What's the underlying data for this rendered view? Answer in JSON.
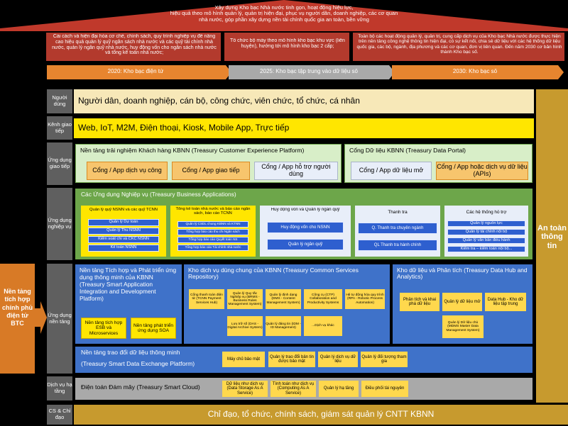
{
  "vision": {
    "title_lines": [
      "Xây dựng Kho bạc Nhà nước tinh gọn, hoạt động hiệu lực,",
      "hiệu quả theo mô hình quản lý, quản trị hiện đại, phục vụ người dân, doanh nghiệp, các cơ quan",
      "nhà nước, góp phần xây dựng nền tài chính quốc gia an toàn, bền vững"
    ],
    "goals": [
      "Cải cách và hiện đại hóa cơ chế, chính sách, quy trình nghiệp vụ để nâng cao hiệu quả quản lý quỹ ngân sách nhà nước và các quỹ tài chính nhà nước, quản lý ngân quỹ nhà nước, huy động vốn cho ngân sách nhà nước và tổng kế toán nhà nước;",
      "Tổ chức bộ máy theo mô hình kho bạc khu vực (liên huyện), hướng tới mô hình kho bạc 2 cấp;",
      "Toàn bộ các hoạt động quản lý, quản trị, cung cấp dịch vụ của Kho bạc Nhà nước được thực hiện trên nền tảng công nghệ thông tin hiện đại, có sự kết nối, chia sẻ dữ liệu với các hệ thống dữ liệu quốc gia, các bộ, ngành, địa phương và các cơ quan, đơn vị liên quan. Đến năm 2030 cơ bản hình thành Kho bạc số."
    ],
    "roadmap": [
      "2020: Kho bạc điện tử",
      "2025: Kho bạc tập trung vào dữ liệu số",
      "2030: Kho bạc số"
    ]
  },
  "rows": {
    "users": {
      "label": "Người dùng",
      "content": "Người dân, doanh nghiệp, cán bộ, công chức, viên chức, tổ chức, cá nhân"
    },
    "channels": {
      "label": "Kênh giao tiếp",
      "content": "Web, IoT, M2M, Điện thoại, Kiosk, Mobile App, Trực tiếp"
    },
    "comm_apps": {
      "label": "Ứng dụng giao tiếp",
      "cx_title": "Nền tảng trải nghiệm Khách hàng KBNN (Treasury Customer Experience Platform)",
      "cx_items": [
        "Cổng / App dịch vụ công",
        "Cổng / App giao tiếp",
        "Cổng / App hỗ trợ người dùng"
      ],
      "data_title": "Cổng Dữ liệu KBNN (Treasury Data Portal)",
      "data_items": [
        "Cổng / App dữ liệu mở",
        "Cổng / App hoặc dịch vụ dữ liệu (APIs)"
      ]
    },
    "business": {
      "label": "Ứng dụng nghiệp vụ",
      "title": "Các Ứng dụng Nghiệp vụ (Treasury Business Applications)",
      "groups": [
        {
          "title": "Quản lý quỹ NSNN và các quỹ TCNN",
          "items": [
            "Quản lý Dự toán",
            "Quản lý Thu NSNN",
            "Kiểm soát chi và CKC NSNN",
            "Kế toán NSNN"
          ]
        },
        {
          "title": "Tổng kế toán nhà nước và báo cáo ngân sách, báo cáo TCNN",
          "items": [
            "Quản lý CSDL chung KBNN và KTNN",
            "Tổng hợp báo cáo thu chi Ngân sách",
            "Tổng hợp báo cáo Quyết toán NS",
            "Tổng hợp báo cáo Tài chính nhà nước"
          ]
        },
        {
          "title": "Huy động vốn và Quản lý ngân quỹ",
          "items": [
            "Huy động vốn cho NSNN",
            "Quản lý ngân quỹ"
          ]
        },
        {
          "title": "Thanh tra",
          "items": [
            "Q. Thanh tra chuyên ngành",
            "QL Thanh tra hành chính"
          ]
        },
        {
          "title": "Các hệ thống hỗ trợ",
          "items": [
            "Quản lý nguồn lực",
            "Quản lý tài chính nội bộ",
            "Quản lý văn bản điều hành",
            "Kiểm tra – kiểm toán nội bộ..."
          ]
        }
      ]
    },
    "platform": {
      "label": "Ứng dụng nền tảng",
      "left_title": "Nền tảng Tích hợp và Phát triển ứng dụng thông minh của KBNN (Treasury Smart Application Integration and Development Platform)",
      "left_items": [
        "Nền tảng tích hợp ESB và Microservices",
        "Nền tảng phát triển ứng dụng SOA"
      ],
      "mid_title": "Kho dịch vụ dùng chung của KBNN (Treasury Common Services Repository)",
      "mid_items": [
        "Cổng thanh toán điện tử (TCNN Payment Services Hub)",
        "Quản lý Quy tắc Nghiệp vụ (BRMS - Business Rules Management System)",
        "Quản lý định dạng (DMS - Content Management System)",
        "Công cụ (CTP) Collaboration and Productivity Systems",
        "Hệ tự động hóa quy trình (RPA - Robotic Process Automation)",
        "Lưu trữ số (DAS - Digital Archive System)",
        "Quản lý đáng tin (IDM - ID Management)",
        "...Dịch vụ khác"
      ],
      "right_title": "Kho dữ liệu và Phân tích (Treasury Data Hub and Analytics)",
      "right_items": [
        "Phân tích và khai phá dữ liệu",
        "Quản lý dữ liệu mở",
        "Data Hub - Kho dữ liệu tập trung",
        "Quản lý Dữ liệu chủ (MDMS Master Data Management System)"
      ]
    },
    "exchange": {
      "title_1": "Nền tảng trao đổi dữ liệu thông minh",
      "title_2": "(Treasury Smart Data Exchange Platform)",
      "items": [
        "Máy chủ bảo mật",
        "Quản lý trao đổi bản tin được bảo mật",
        "Quản lý dịch vụ dữ liệu",
        "Quản lý đối tượng tham gia"
      ]
    },
    "infra": {
      "label": "Dịch vụ hạ tầng",
      "title": "Điện toán Đám mây (Treasury Smart Cloud)",
      "items": [
        "Dữ liệu như dịch vụ (Data Storage As A Service)",
        "Tính toán như dịch vụ (Computing As A Service)",
        "Quản lý hạ tầng",
        "Điều phối tài nguyên"
      ]
    },
    "governance": {
      "label": "CS & Chỉ đạo",
      "content": "Chỉ đạo, tổ chức, chính sách, giám sát quản lý CNTT KBNN"
    }
  },
  "side": {
    "left": "Nền tảng tích hợp chính phủ điện tử BTC",
    "right": "An toàn thông tin"
  },
  "colors": {
    "roof": "#c0392b",
    "goal": "#b33a2d",
    "roadmap_orange": "#e7852f",
    "roadmap_grey": "#a9a9a9",
    "beige": "#f7e8b8",
    "yellow": "#ffe600",
    "green": "#6da64a",
    "blue": "#3f72c9",
    "gold": "#c79a2e",
    "orange_side": "#d87a26"
  }
}
